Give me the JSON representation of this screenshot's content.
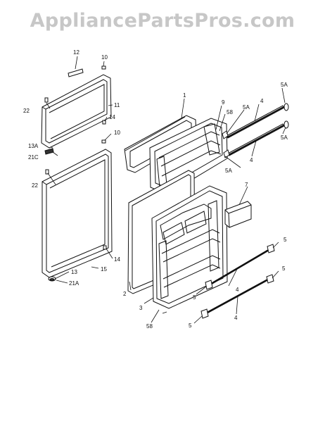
{
  "watermark": "AppliancePartsPros.com",
  "callouts": {
    "c12": "12",
    "c10a": "10",
    "c22a": "22",
    "c11": "11",
    "c14a": "14",
    "c13a": "13A",
    "c21c": "21C",
    "c10b": "10",
    "c22b": "22",
    "c14b": "14",
    "c15": "15",
    "c13": "13",
    "c21a": "21A",
    "c1": "1",
    "c2": "2",
    "c3": "3",
    "c9": "9",
    "c58a": "58",
    "c58b": "58",
    "c7": "7",
    "c5a1": "5A",
    "c5a2": "5A",
    "c5a3": "5A",
    "c5a4": "5A",
    "c4a": "4",
    "c4b": "4",
    "c4c": "4",
    "c4d": "4",
    "c5a": "5",
    "c5b": "5",
    "c5c": "5",
    "c5d": "5"
  }
}
